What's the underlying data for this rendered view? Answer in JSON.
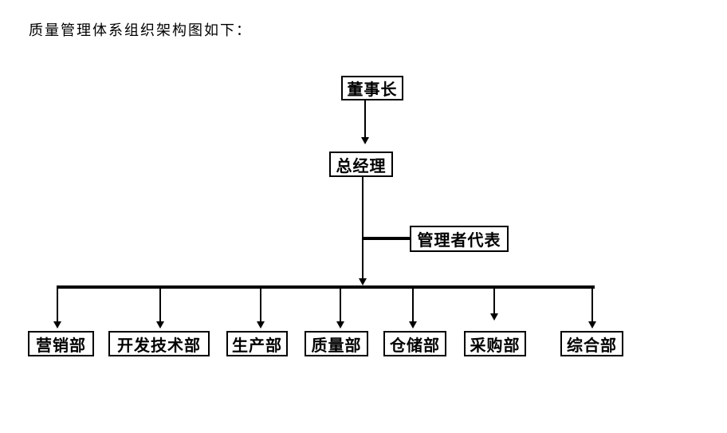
{
  "title": "质量管理体系组织架构图如下：",
  "nodes": {
    "chairman": "董事长",
    "general_manager": "总经理",
    "management_representative": "管理者代表"
  },
  "departments": [
    "营销部",
    "开发技术部",
    "生产部",
    "质量部",
    "仓储部",
    "采购部",
    "综合部"
  ],
  "hierarchy": {
    "root": "董事长",
    "reports_to_root": "总经理",
    "staff_branch_of_general_manager": "管理者代表",
    "reports_to_general_manager": [
      "营销部",
      "开发技术部",
      "生产部",
      "质量部",
      "仓储部",
      "采购部",
      "综合部"
    ]
  },
  "colors": {
    "background": "#ffffff",
    "line": "#000000",
    "box_border": "#000000",
    "text": "#000000"
  }
}
